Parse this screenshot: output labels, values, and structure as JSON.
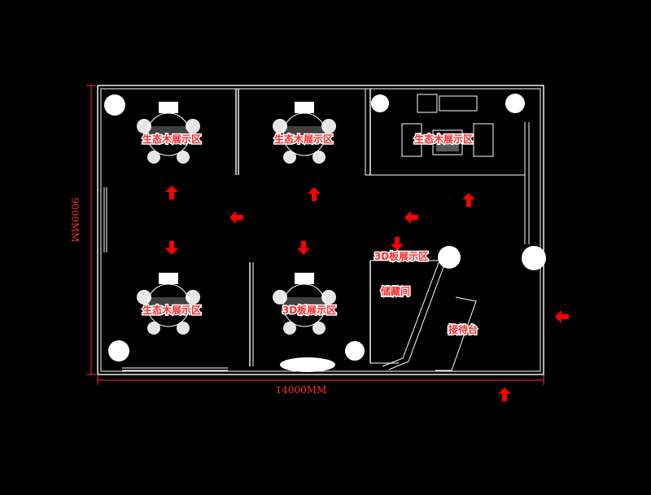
{
  "dimensions": {
    "width_label": "14000MM",
    "height_label": "9000MM"
  },
  "zones": {
    "eco_top_left": "生态木展示区",
    "eco_top_center": "生态木展示区",
    "eco_top_right": "生态木展示区",
    "eco_bottom_left": "生态木展示区",
    "board3d_center": "3D板展示区",
    "board3d_right": "3D板展示区",
    "storage": "储藏间",
    "reception": "接待台"
  },
  "colors": {
    "background": "#000000",
    "lines": "#ffffff",
    "labels": "#ff2a2a",
    "arrows": "#ff0000",
    "dimension": "#ff3030"
  }
}
